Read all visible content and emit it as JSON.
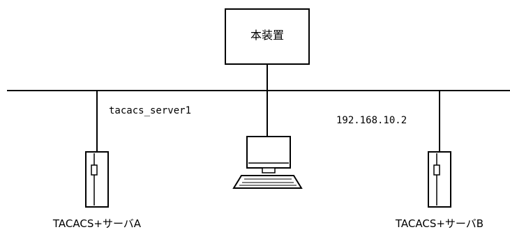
{
  "colors": {
    "line": "#000000",
    "background": "#ffffff"
  },
  "device": {
    "label": "本装置"
  },
  "server_a": {
    "label": "TACACS+サーバA",
    "annotation": "tacacs_server1",
    "icon": "server-tower-icon"
  },
  "server_b": {
    "label": "TACACS+サーバB",
    "annotation": "192.168.10.2",
    "icon": "server-tower-icon"
  },
  "client": {
    "icon": "desktop-computer-icon"
  }
}
